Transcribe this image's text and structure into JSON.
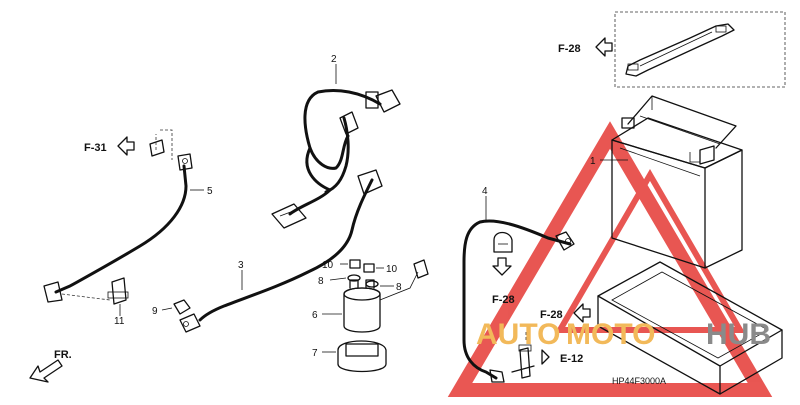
{
  "diagram": {
    "part_numbers": [
      "1",
      "2",
      "3",
      "4",
      "5",
      "6",
      "7",
      "8",
      "8",
      "9",
      "10",
      "10",
      "11"
    ],
    "references": [
      "F-28",
      "F-31",
      "F-28",
      "F-28",
      "E-12"
    ],
    "front_label": "FR.",
    "drawing_code": "HP44F3000A",
    "watermark": {
      "part1": "AUTO",
      "part2": "MOTO",
      "part3": "HUB"
    },
    "colors": {
      "line": "#111111",
      "watermark_red": "#e53935",
      "watermark_orange": "#f2b95a",
      "watermark_grey": "#8a8a8a"
    }
  }
}
